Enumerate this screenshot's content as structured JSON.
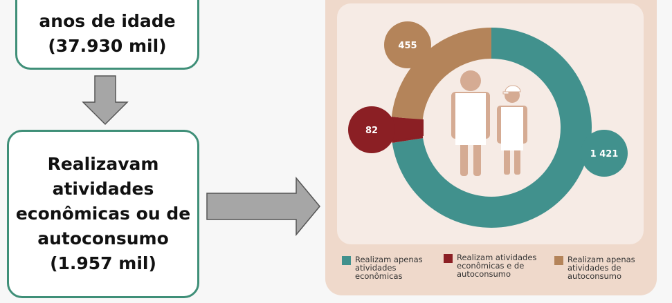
{
  "left": {
    "box1_text": "anos de idade\n(37.930 mil)",
    "box2_lines": [
      "Realizavam",
      "atividades",
      "econômicas ou de",
      "autoconsumo",
      "(1.957 mil)"
    ]
  },
  "chart_data": {
    "type": "pie",
    "variant": "donut",
    "total_label": "",
    "series": [
      {
        "name": "Realizam apenas atividades econômicas",
        "value": 1421,
        "label": "1 421",
        "color": "#41918d"
      },
      {
        "name": "Realizam atividades econômicas e de autoconsumo",
        "value": 82,
        "label": "82",
        "color": "#8b1f24"
      },
      {
        "name": "Realizam apenas atividades de autoconsumo",
        "value": 455,
        "label": "455",
        "color": "#b4845a"
      }
    ],
    "legend": [
      {
        "text": "Realizam apenas\natividades\neconômicas",
        "color": "#41918d"
      },
      {
        "text": "Realizam atividades\neconômicas e de\nautoconsumo",
        "color": "#8b1f24"
      },
      {
        "text": "Realizam apenas\natividades de\nautoconsumo",
        "color": "#b4845a"
      }
    ],
    "legend_position": "bottom"
  }
}
